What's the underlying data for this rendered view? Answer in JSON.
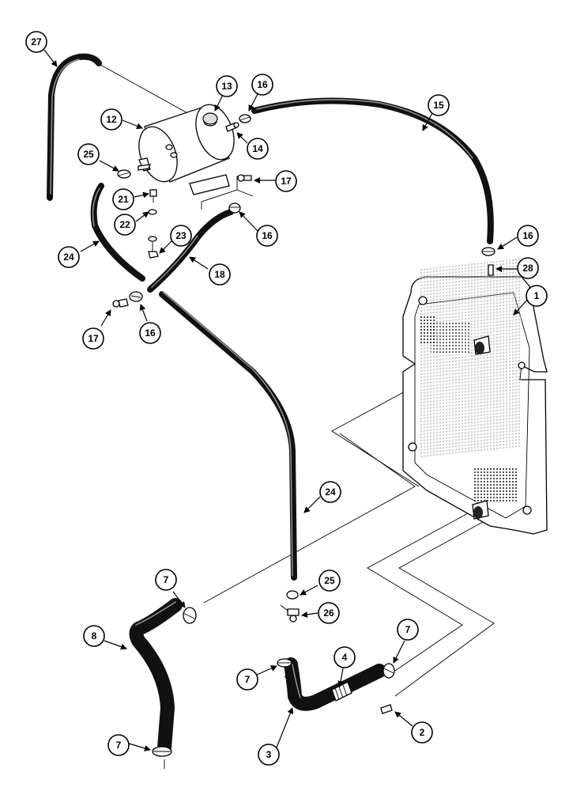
{
  "callouts": [
    {
      "id": "c27",
      "label": "27"
    },
    {
      "id": "c13",
      "label": "13"
    },
    {
      "id": "c16a",
      "label": "16"
    },
    {
      "id": "c12",
      "label": "12"
    },
    {
      "id": "c15",
      "label": "15"
    },
    {
      "id": "c14",
      "label": "14"
    },
    {
      "id": "c25a",
      "label": "25"
    },
    {
      "id": "c17a",
      "label": "17"
    },
    {
      "id": "c21",
      "label": "21"
    },
    {
      "id": "c22",
      "label": "22"
    },
    {
      "id": "c16b",
      "label": "16"
    },
    {
      "id": "c23",
      "label": "23"
    },
    {
      "id": "c24a",
      "label": "24"
    },
    {
      "id": "c18",
      "label": "18"
    },
    {
      "id": "c16c",
      "label": "16"
    },
    {
      "id": "c28",
      "label": "28"
    },
    {
      "id": "c1",
      "label": "1"
    },
    {
      "id": "c17b",
      "label": "17"
    },
    {
      "id": "c16d",
      "label": "16"
    },
    {
      "id": "c24b",
      "label": "24"
    },
    {
      "id": "c7a",
      "label": "7"
    },
    {
      "id": "c25b",
      "label": "25"
    },
    {
      "id": "c26",
      "label": "26"
    },
    {
      "id": "c8",
      "label": "8"
    },
    {
      "id": "c7b",
      "label": "7"
    },
    {
      "id": "c4",
      "label": "4"
    },
    {
      "id": "c7c",
      "label": "7"
    },
    {
      "id": "c2",
      "label": "2"
    },
    {
      "id": "c7d",
      "label": "7"
    },
    {
      "id": "c3",
      "label": "3"
    }
  ]
}
